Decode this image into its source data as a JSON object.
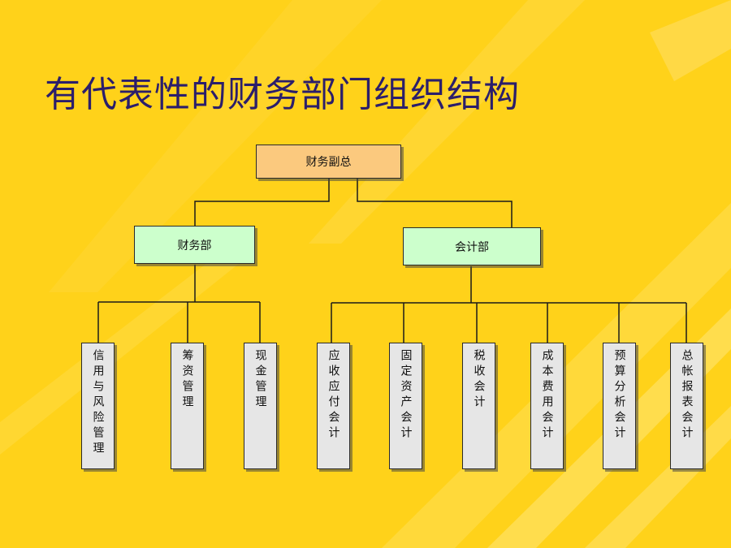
{
  "title": "有代表性的财务部门组织结构",
  "colors": {
    "background": "#ffd21a",
    "title": "#2b1e6b",
    "root_fill": "#fbc97e",
    "dept_fill": "#ccffcc",
    "leaf_fill": "#e6e6e6",
    "line": "#1a1a1a"
  },
  "org": {
    "root": {
      "label": "财务副总"
    },
    "departments": [
      {
        "label": "财务部",
        "children": [
          {
            "label": "信用与风险管理"
          },
          {
            "label": "筹资管理"
          },
          {
            "label": "现金管理"
          }
        ]
      },
      {
        "label": "会计部",
        "children": [
          {
            "label": "应收应付会计"
          },
          {
            "label": "固定资产会计"
          },
          {
            "label": "税收会计"
          },
          {
            "label": "成本费用会计"
          },
          {
            "label": "预算分析会计"
          },
          {
            "label": "总帐报表会计"
          }
        ]
      }
    ]
  }
}
